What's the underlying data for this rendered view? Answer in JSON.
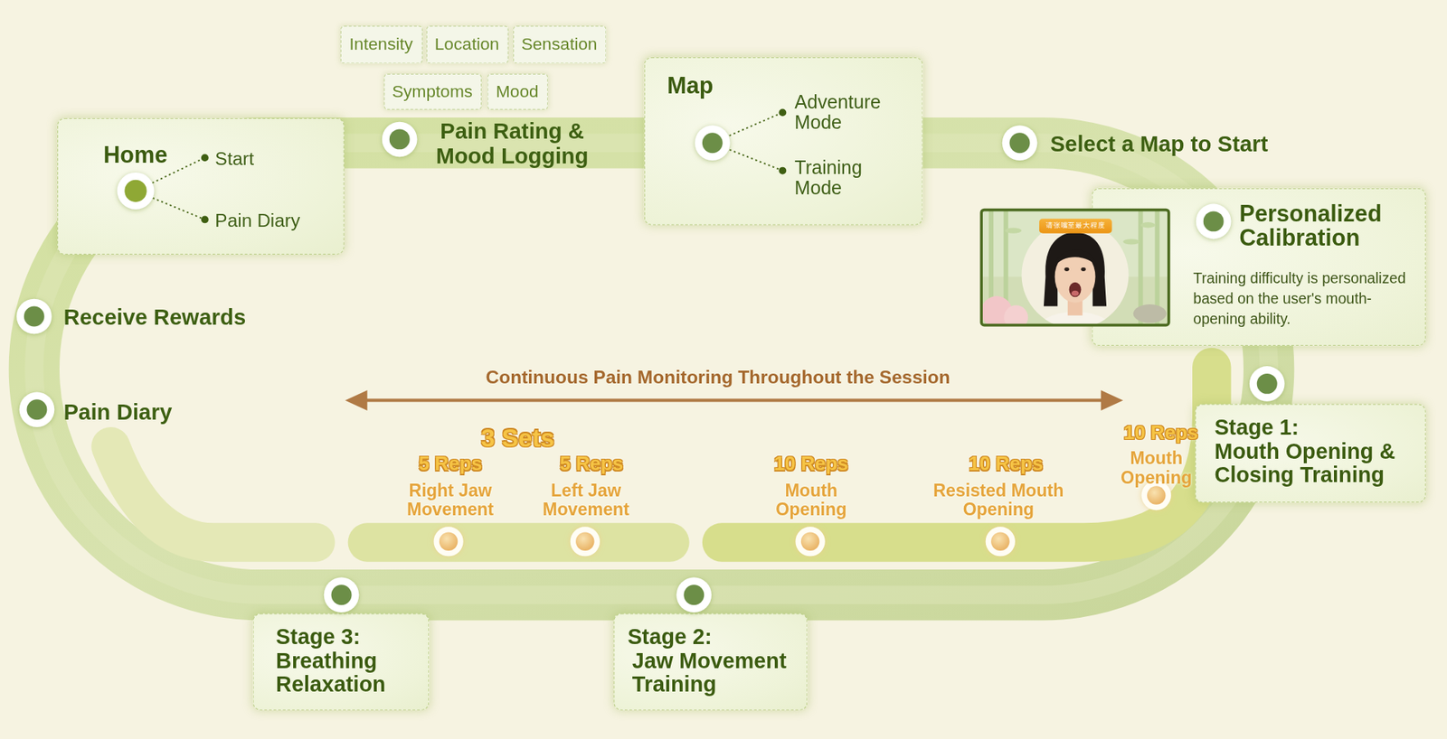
{
  "diagram": {
    "nodes": [
      {
        "text": [
          "Home",
          "Start",
          "Pain Diary"
        ]
      },
      {
        "text": [
          "Intensity"
        ]
      },
      {
        "text": [
          "Location"
        ]
      },
      {
        "text": [
          "Sensation"
        ]
      },
      {
        "text": [
          "Symptoms"
        ]
      },
      {
        "text": [
          "Mood"
        ]
      },
      {
        "text": [
          "Map",
          "Adventure Mode",
          "Training Mode"
        ]
      },
      {
        "text": [
          "请张嘴至最大程度"
        ]
      },
      {
        "text": [
          "Personalized Calibration",
          "Training difficulty is personalized based on the user's mouth-opening ability."
        ]
      },
      {
        "text": [
          "Stage 1:",
          "Mouth Opening & Closing Training"
        ]
      },
      {
        "text": [
          "Stage 2:",
          "Jaw Movement Training"
        ]
      },
      {
        "text": [
          "Stage 3:",
          "Breathing Relaxation"
        ]
      }
    ],
    "labels": [
      "Pain Rating & Mood Logging",
      "Select a Map to Start",
      "Receive Rewards",
      "Pain Diary",
      "Continuous Pain Monitoring Throughout the Session",
      "3 Sets",
      "5 Reps",
      "Right Jaw Movement",
      "5 Reps",
      "Left Jaw Movement",
      "10 Reps",
      "Mouth Opening",
      "10 Reps",
      "Resisted Mouth Opening",
      "10 Reps",
      "Mouth Opening"
    ]
  }
}
